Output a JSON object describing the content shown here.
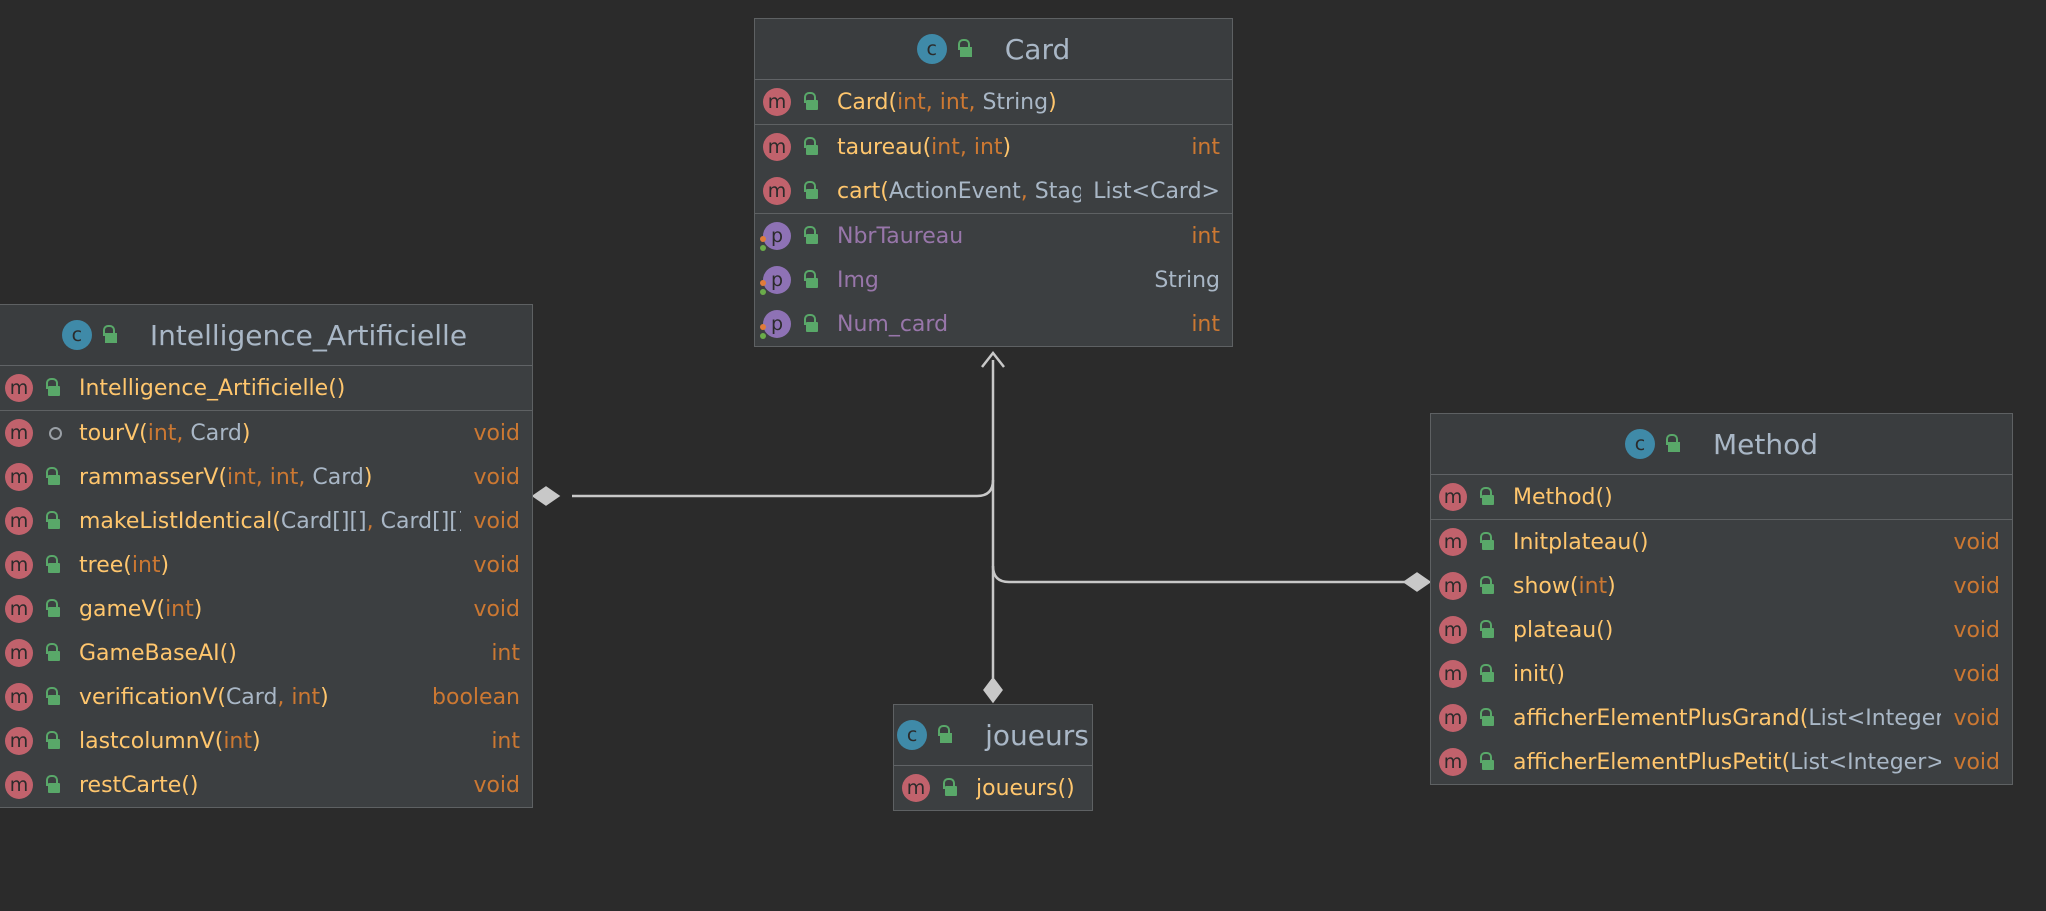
{
  "classes": {
    "card": {
      "name": "Card",
      "constructors": [
        {
          "name": "Card",
          "params": [
            "int",
            "int",
            "String"
          ],
          "return": ""
        }
      ],
      "methods": [
        {
          "name": "taureau",
          "params": [
            "int",
            "int"
          ],
          "return": "int"
        },
        {
          "name": "cart",
          "params": [
            "ActionEvent",
            "Stage"
          ],
          "return": "List<Card>"
        }
      ],
      "properties": [
        {
          "name": "NbrTaureau",
          "type": "int"
        },
        {
          "name": "Img",
          "type": "String"
        },
        {
          "name": "Num_card",
          "type": "int"
        }
      ]
    },
    "ai": {
      "name": "Intelligence_Artificielle",
      "constructors": [
        {
          "name": "Intelligence_Artificielle",
          "params": [],
          "return": ""
        }
      ],
      "methods": [
        {
          "name": "tourV",
          "params": [
            "int",
            "Card"
          ],
          "return": "void",
          "visibility": "package"
        },
        {
          "name": "rammasserV",
          "params": [
            "int",
            "int",
            "Card"
          ],
          "return": "void"
        },
        {
          "name": "makeListIdentical",
          "params": [
            "Card[][]",
            "Card[][]"
          ],
          "return": "void"
        },
        {
          "name": "tree",
          "params": [
            "int"
          ],
          "return": "void"
        },
        {
          "name": "gameV",
          "params": [
            "int"
          ],
          "return": "void"
        },
        {
          "name": "GameBaseAI",
          "params": [],
          "return": "int"
        },
        {
          "name": "verificationV",
          "params": [
            "Card",
            "int"
          ],
          "return": "boolean"
        },
        {
          "name": "lastcolumnV",
          "params": [
            "int"
          ],
          "return": "int"
        },
        {
          "name": "restCarte",
          "params": [],
          "return": "void"
        }
      ]
    },
    "method": {
      "name": "Method",
      "constructors": [
        {
          "name": "Method",
          "params": [],
          "return": ""
        }
      ],
      "methods": [
        {
          "name": "Initplateau",
          "params": [],
          "return": "void"
        },
        {
          "name": "show",
          "params": [
            "int"
          ],
          "return": "void"
        },
        {
          "name": "plateau",
          "params": [],
          "return": "void"
        },
        {
          "name": "init",
          "params": [],
          "return": "void"
        },
        {
          "name": "afficherElementPlusGrand",
          "params": [
            "List<Integer>"
          ],
          "return": "void"
        },
        {
          "name": "afficherElementPlusPetit",
          "params": [
            "List<Integer>"
          ],
          "return": "void"
        }
      ]
    },
    "joueurs": {
      "name": "joueurs",
      "constructors": [
        {
          "name": "joueurs",
          "params": [],
          "return": ""
        }
      ]
    }
  },
  "icons": {
    "class": "class-icon",
    "method": "method-icon",
    "property": "property-icon",
    "public": "unlocked-icon",
    "package": "package-private-icon"
  },
  "colors": {
    "background": "#2b2b2b",
    "panel": "#3c3f41",
    "method_name": "#ffc66d",
    "property_name": "#9876aa",
    "keyword_type": "#cc7832",
    "text": "#a9b7c6",
    "link": "#c8c8c8"
  }
}
